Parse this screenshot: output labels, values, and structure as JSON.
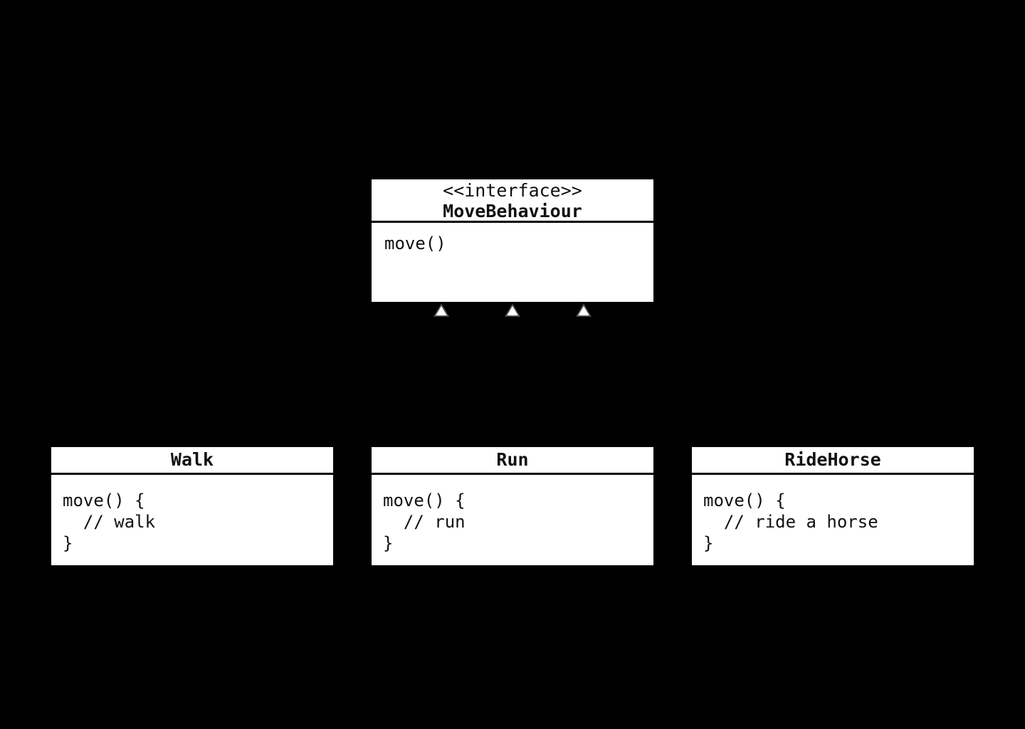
{
  "colors": {
    "background": "#000000",
    "box_fill": "#ffffff",
    "text": "#111111",
    "arrow_fill": "#ffffff",
    "arrow_outline": "#4a4a4a"
  },
  "interface_box": {
    "stereotype": "<<interface>>",
    "name": "MoveBehaviour",
    "body": "move()"
  },
  "classes": [
    {
      "name": "Walk",
      "body": "move() {\n  // walk\n}"
    },
    {
      "name": "Run",
      "body": "move() {\n  // run\n}"
    },
    {
      "name": "RideHorse",
      "body": "move() {\n  // ride a horse\n}"
    }
  ],
  "arrows": {
    "type": "uml-realization-arrowhead",
    "direction": "up",
    "count": 3
  }
}
